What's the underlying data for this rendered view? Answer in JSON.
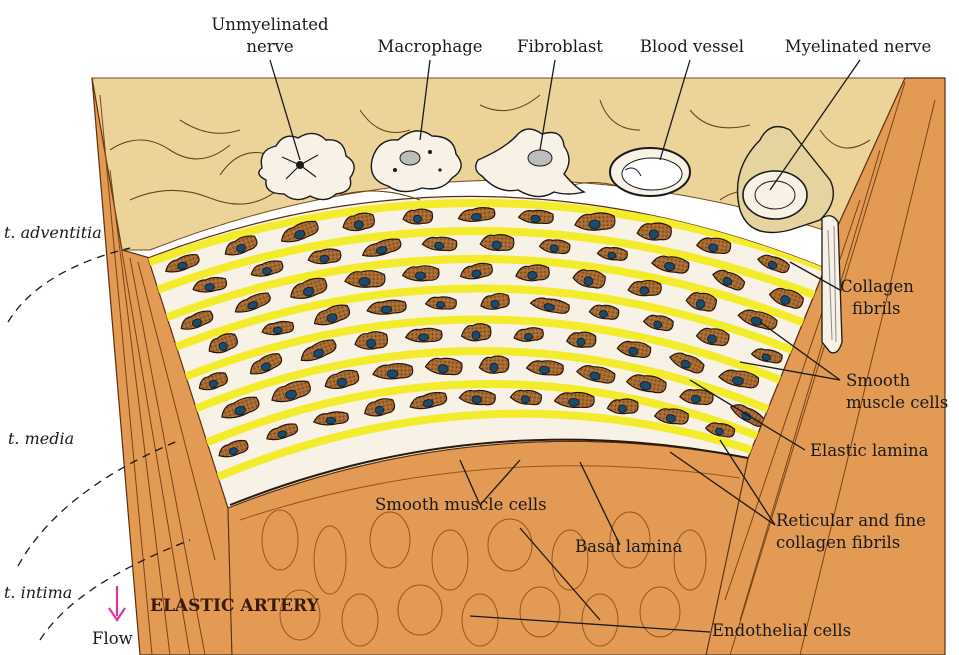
{
  "title": "ELASTIC ARTERY",
  "flow_label": "Flow",
  "layers": {
    "adventitia": "t. adventitia",
    "media": "t. media",
    "intima": "t. intima"
  },
  "labels": {
    "unmyelinated_nerve_1": "Unmyelinated",
    "unmyelinated_nerve_2": "nerve",
    "macrophage": "Macrophage",
    "fibroblast": "Fibroblast",
    "blood_vessel": "Blood vessel",
    "myelinated_nerve": "Myelinated nerve",
    "collagen_fibrils_1": "Collagen",
    "collagen_fibrils_2": "fibrils",
    "smooth_muscle_right_1": "Smooth",
    "smooth_muscle_right_2": "muscle cells",
    "elastic_lamina": "Elastic lamina",
    "reticular_1": "Reticular and fine",
    "reticular_2": "collagen fibrils",
    "smooth_muscle_center": "Smooth muscle cells",
    "basal_lamina": "Basal lamina",
    "endothelial_cells": "Endothelial cells"
  },
  "colors": {
    "adventitia": "#ecd39a",
    "wall": "#e29a55",
    "muscle_cell": "#a56a32",
    "nucleus": "#1b4a6a",
    "elastic_lamina": "#f2ec2c",
    "flow_arrow": "#e0359a"
  }
}
